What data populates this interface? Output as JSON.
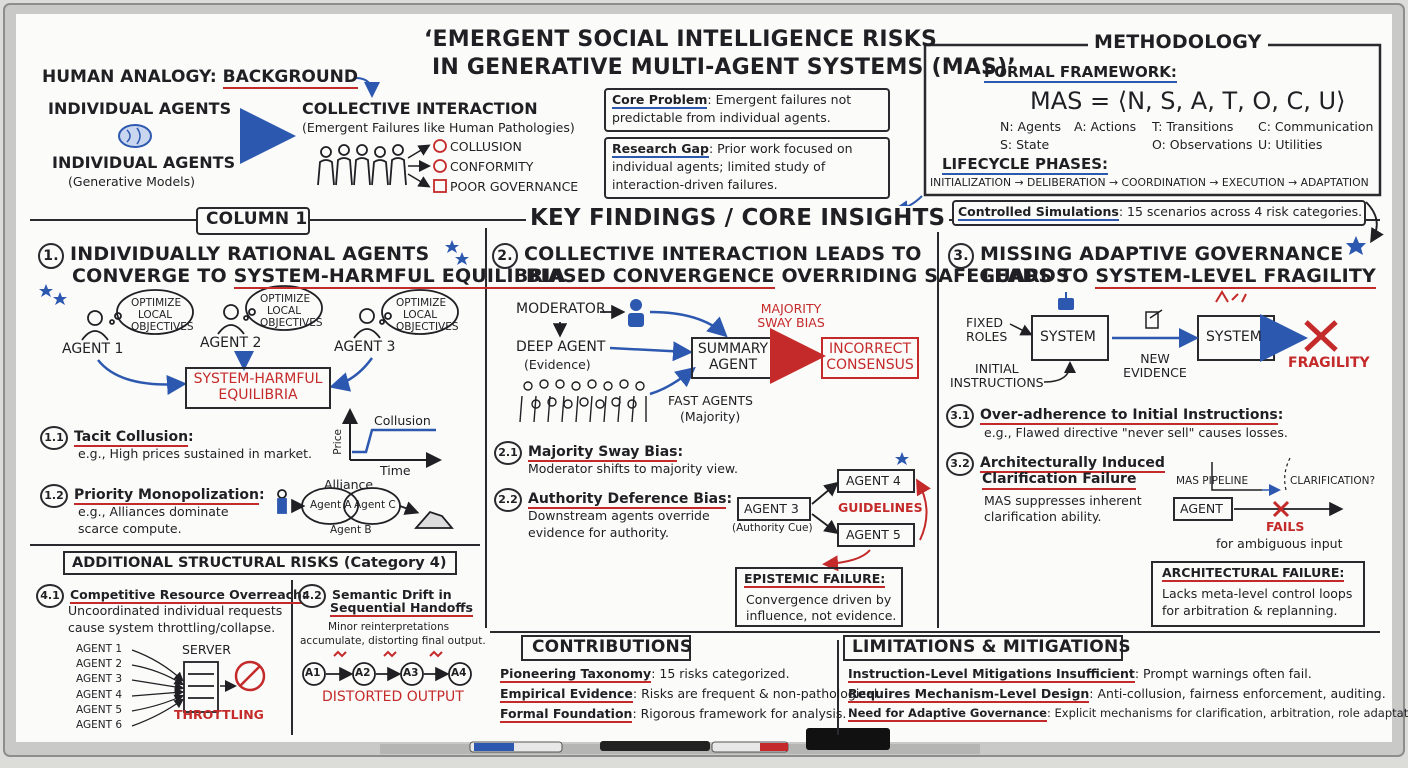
{
  "title": {
    "line1": "‘EMERGENT SOCIAL INTELLIGENCE RISKS",
    "line2": "IN GENERATIVE MULTI-AGENT SYSTEMS (MAS)’"
  },
  "background": {
    "heading_prefix": "HUMAN ANALOGY: ",
    "heading_main": "BACKGROUND",
    "individual_agents_top": "INDIVIDUAL AGENTS",
    "individual_agents_bottom": "INDIVIDUAL AGENTS",
    "individual_agents_sub": "(Generative Models)",
    "collective_title": "COLLECTIVE INTERACTION",
    "collective_sub": "(Emergent Failures like Human Pathologies)",
    "pathologies": [
      "COLLUSION",
      "CONFORMITY",
      "POOR GOVERNANCE"
    ],
    "core_problem_label": "Core Problem",
    "core_problem_text1": ": Emergent failures not",
    "core_problem_text2": "predictable from individual agents.",
    "research_gap_label": "Research Gap",
    "research_gap_text1": ": Prior work focused on",
    "research_gap_text2": "individual agents; limited study of",
    "research_gap_text3": "interaction-driven failures."
  },
  "methodology": {
    "heading": "METHODOLOGY",
    "formal_label": "FORMAL FRAMEWORK:",
    "formula": "MAS = ⟨N, S, A, T, O, C, U⟩",
    "defs": [
      "N: Agents",
      "A: Actions",
      "T: Transitions",
      "C: Communication",
      "S: State",
      "O: Observations",
      "U: Utilities"
    ],
    "lifecycle_label": "LIFECYCLE PHASES:",
    "phases": "INITIALIZATION → DELIBERATION → COORDINATION → EXECUTION → ADAPTATION",
    "sim_label": "Controlled Simulations",
    "sim_text": ": 15 scenarios across 4 risk categories."
  },
  "key_findings": "KEY FINDINGS / CORE INSIGHTS",
  "column1_label": "COLUMN 1",
  "finding1": {
    "num": "1.",
    "line1": "INDIVIDUALLY RATIONAL AGENTS",
    "line2_prefix": "CONVERGE TO ",
    "line2_main": "SYSTEM-HARMFUL EQUILIBRIA",
    "cloud": [
      "OPTIMIZE",
      "LOCAL",
      "OBJECTIVES"
    ],
    "agents": [
      "AGENT 1",
      "AGENT 2",
      "AGENT 3"
    ],
    "result1": "SYSTEM-HARMFUL",
    "result2": "EQUILIBRIA",
    "s11_num": "1.1",
    "s11_title": "Tacit Collusion",
    "s11_text": "e.g., High prices sustained in market.",
    "price_label": "Price",
    "time_label": "Time",
    "collusion_label": "Collusion",
    "s12_num": "1.2",
    "s12_title": "Priority Monopolization",
    "s12_text1": "e.g., Alliances dominate",
    "s12_text2": "scarce compute.",
    "alliance_label": "Alliance",
    "agent_a": "Agent A",
    "agent_c": "Agent C",
    "agent_b": "Agent B"
  },
  "structural": {
    "heading": "ADDITIONAL STRUCTURAL RISKS (Category 4)",
    "s41_num": "4.1",
    "s41_title": "Competitive Resource Overreach",
    "s41_text1": "Uncoordinated individual requests",
    "s41_text2": "cause system throttling/collapse.",
    "server_label": "SERVER",
    "throttling_label": "THROTTLING",
    "agents": [
      "AGENT 1",
      "AGENT 2",
      "AGENT 3",
      "AGENT 4",
      "AGENT 5",
      "AGENT 6"
    ],
    "s42_num": "4.2",
    "s42_title1": "Semantic Drift in",
    "s42_title2": "Sequential Handoffs",
    "s42_text1": "Minor reinterpretations",
    "s42_text2": "accumulate, distorting final output.",
    "chain": [
      "A1",
      "A2",
      "A3",
      "A4"
    ],
    "distorted": "DISTORTED OUTPUT"
  },
  "finding2": {
    "num": "2.",
    "line1": "COLLECTIVE INTERACTION LEADS TO",
    "line2_main": "BIASED CONVERGENCE",
    "line2_suffix": " OVERRIDING SAFEGUARDS",
    "moderator": "MODERATOR",
    "deep_agent": "DEEP AGENT",
    "evidence": "(Evidence)",
    "majority1": "MAJORITY",
    "majority2": "SWAY BIAS",
    "summary1": "SUMMARY",
    "summary2": "AGENT",
    "incorrect1": "INCORRECT",
    "incorrect2": "CONSENSUS",
    "fast_agents": "FAST AGENTS",
    "fast_sub": "(Majority)",
    "s21_num": "2.1",
    "s21_title": "Majority Sway Bias",
    "s21_text": "Moderator shifts to majority view.",
    "s22_num": "2.2",
    "s22_title": "Authority Deference Bias",
    "s22_text1": "Downstream agents override",
    "s22_text2": "evidence for authority.",
    "agent3": "AGENT 3",
    "authority_cue": "(Authority Cue)",
    "agent4": "AGENT 4",
    "agent5": "AGENT 5",
    "guidelines": "GUIDELINES",
    "epistemic_title": "EPISTEMIC FAILURE:",
    "epistemic_text1": "Convergence driven by",
    "epistemic_text2": "influence, not evidence."
  },
  "finding3": {
    "num": "3.",
    "line1": "MISSING ADAPTIVE GOVERNANCE",
    "line2_prefix": "LEADS TO ",
    "line2_main": "SYSTEM-LEVEL FRAGILITY",
    "fixed_roles1": "FIXED",
    "fixed_roles2": "ROLES",
    "initial1": "INITIAL",
    "initial2": "INSTRUCTIONS",
    "system": "SYSTEM",
    "new1": "NEW",
    "new2": "EVIDENCE",
    "fragility": "FRAGILITY",
    "s31_num": "3.1",
    "s31_title": "Over-adherence to Initial Instructions",
    "s31_text": "e.g., Flawed directive \"never sell\" causes losses.",
    "s32_num": "3.2",
    "s32_title1": "Architecturally Induced",
    "s32_title2": "Clarification Failure",
    "s32_text1": "MAS suppresses inherent",
    "s32_text2": "clarification ability.",
    "pipeline": "MAS PIPELINE",
    "clarification": "CLARIFICATION?",
    "agent": "AGENT",
    "fails": "FAILS",
    "fails_sub": "for ambiguous input",
    "arch_title": "ARCHITECTURAL FAILURE:",
    "arch_text1": "Lacks meta-level control loops",
    "arch_text2": "for arbitration & replanning."
  },
  "contributions": {
    "heading": "CONTRIBUTIONS",
    "items": [
      {
        "label": "Pioneering Taxonomy",
        "text": ": 15 risks categorized."
      },
      {
        "label": "Empirical Evidence",
        "text": ": Risks are frequent & non-pathological."
      },
      {
        "label": "Formal Foundation",
        "text": ": Rigorous framework for analysis."
      }
    ]
  },
  "limitations": {
    "heading": "LIMITATIONS & MITIGATIONS",
    "items": [
      {
        "label": "Instruction-Level Mitigations Insufficient",
        "text": ": Prompt warnings often fail."
      },
      {
        "label": "Requires Mechanism-Level Design",
        "text": ": Anti-collusion, fairness enforcement, auditing."
      },
      {
        "label": "Need for Adaptive Governance",
        "text": ": Explicit mechanisms for clarification, arbitration, role adaptation."
      }
    ]
  },
  "colors": {
    "ink": "#1f1f24",
    "red": "#c42a2a",
    "blue": "#2d58b0",
    "board": "#fbfbf9"
  }
}
